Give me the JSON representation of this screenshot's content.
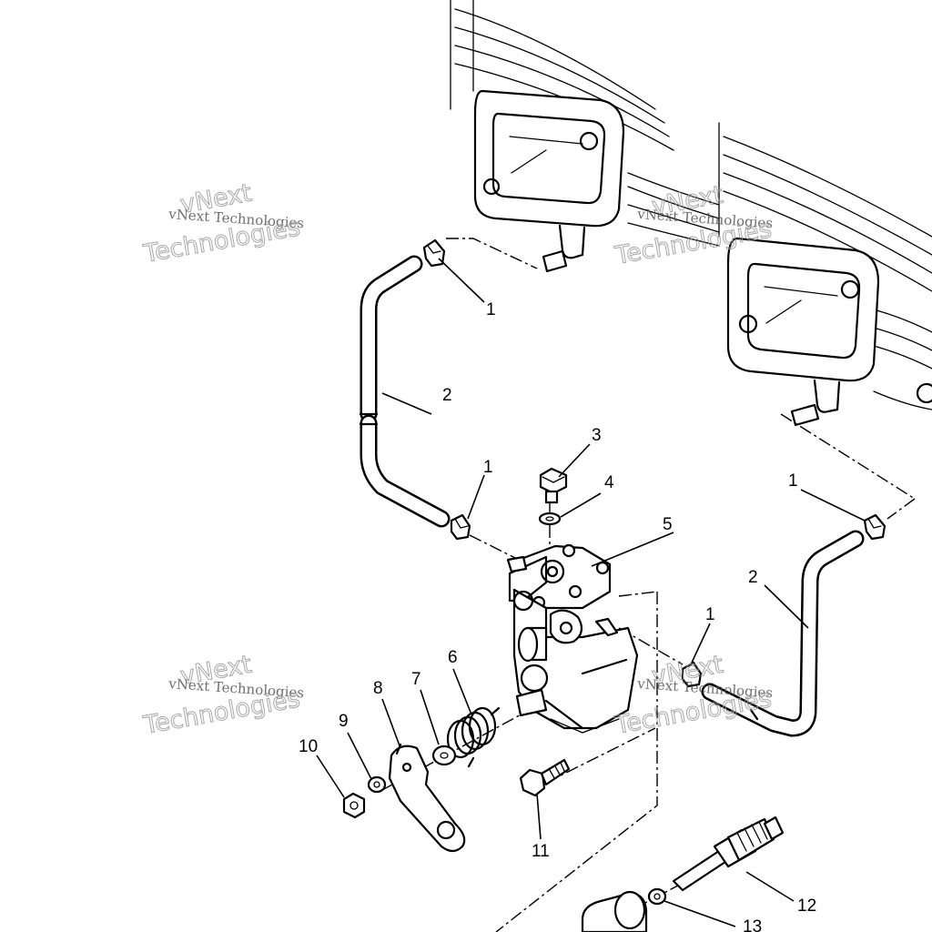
{
  "watermark": {
    "line1": "vNext Technologies",
    "line2_a": "vNext",
    "line2_b": "Technologies"
  },
  "callouts": {
    "c1a": "1",
    "c1b": "1",
    "c1c": "1",
    "c1d": "1",
    "c2a": "2",
    "c2b": "2",
    "c3": "3",
    "c4": "4",
    "c5": "5",
    "c6": "6",
    "c7": "7",
    "c8": "8",
    "c9": "9",
    "c10": "10",
    "c11": "11",
    "c12": "12",
    "c13": "13"
  }
}
